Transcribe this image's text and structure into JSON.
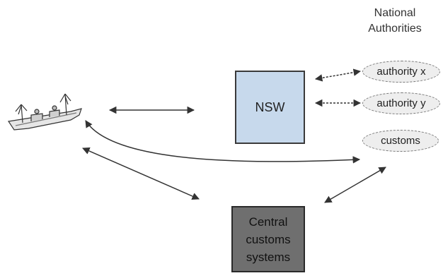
{
  "heading": {
    "line1": "National",
    "line2": "Authorities"
  },
  "nodes": {
    "nsw": "NSW",
    "central": [
      "Central",
      "customs",
      "systems"
    ],
    "authority_x": "authority x",
    "authority_y": "authority y",
    "customs": "customs"
  },
  "icons": {
    "ship": "ship-icon"
  },
  "colors": {
    "nsw_fill": "#c7d9ec",
    "central_fill": "#6f6f6f",
    "ellipse_fill": "#eeeeee",
    "arrow": "#333333"
  }
}
